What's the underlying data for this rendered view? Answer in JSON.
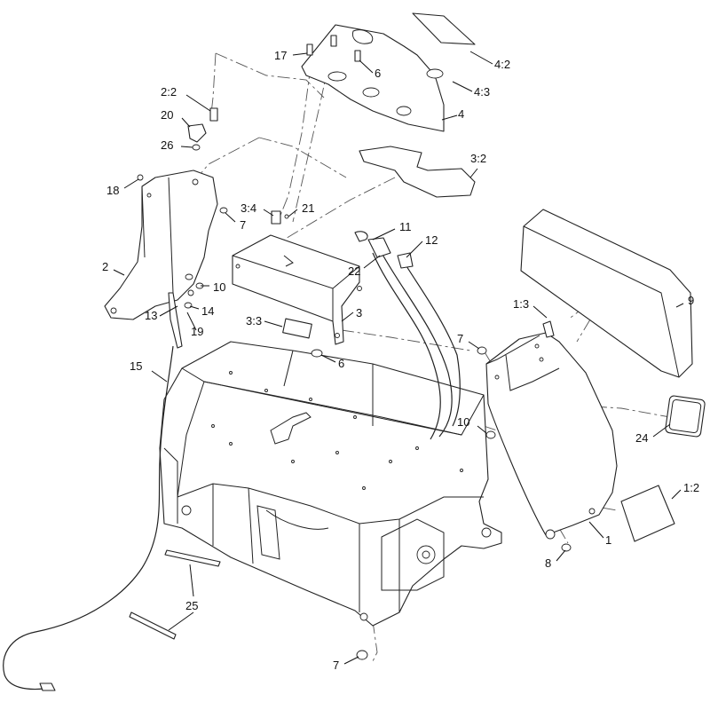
{
  "callouts": {
    "c_17": "17",
    "c_6_top": "6",
    "c_4_2": "4:2",
    "c_4_3": "4:3",
    "c_4": "4",
    "c_2_2": "2:2",
    "c_20": "20",
    "c_26": "26",
    "c_18": "18",
    "c_3_2": "3:2",
    "c_3_4": "3:4",
    "c_21": "21",
    "c_7_upper": "7",
    "c_11": "11",
    "c_12": "12",
    "c_22": "22",
    "c_2": "2",
    "c_10_upper": "10",
    "c_14": "14",
    "c_13": "13",
    "c_19": "19",
    "c_3_3": "3:3",
    "c_3": "3",
    "c_6_mid": "6",
    "c_9": "9",
    "c_1_3": "1:3",
    "c_7_right": "7",
    "c_15": "15",
    "c_10_lower": "10",
    "c_24": "24",
    "c_1_2": "1:2",
    "c_1": "1",
    "c_8": "8",
    "c_25": "25",
    "c_7_bottom": "7"
  }
}
